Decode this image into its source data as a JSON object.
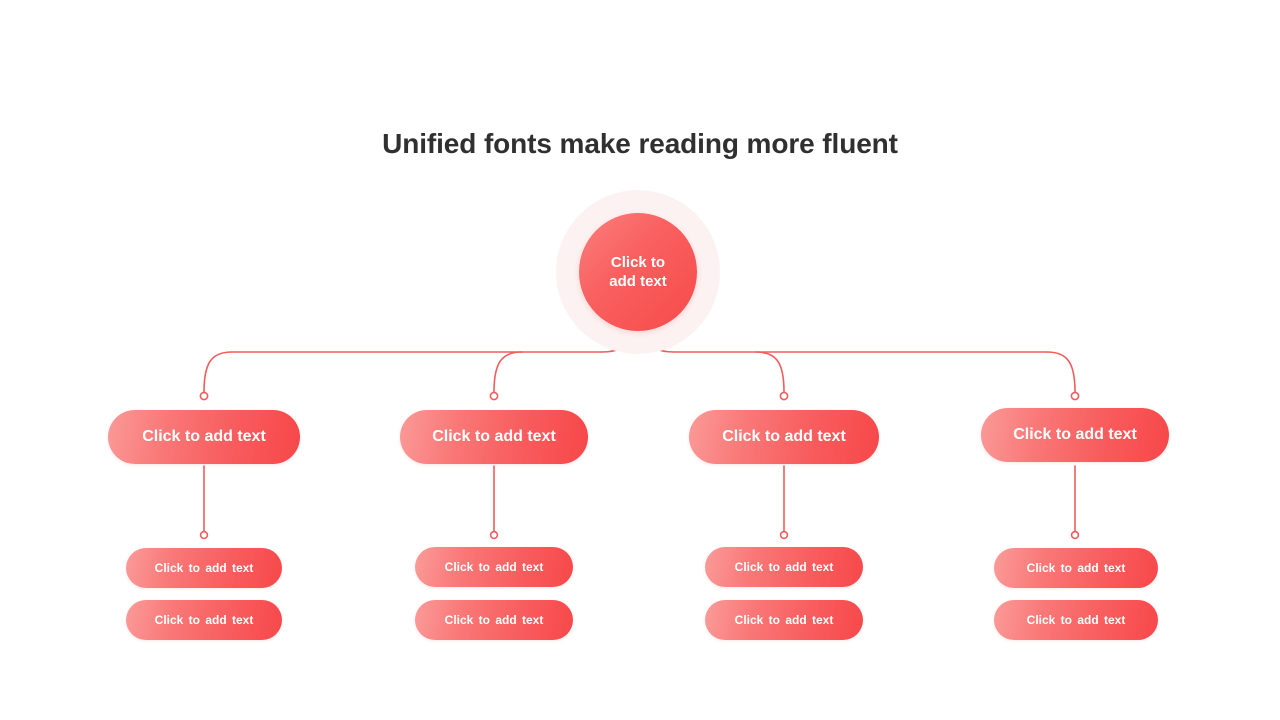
{
  "slide": {
    "title": "Unified fonts make reading more fluent",
    "background_color": "#ffffff",
    "title_color": "#303030"
  },
  "theme": {
    "accent_light": "#fa9a98",
    "accent": "#f9605f",
    "accent_strong": "#f7474a",
    "halo": "#fdf2f2",
    "connector_line": "#f25c5c",
    "node_text": "#ffffff"
  },
  "root": {
    "label": "Click to add text",
    "shape": "circle"
  },
  "branches": [
    {
      "primary": {
        "label": "Click to add text"
      },
      "children": [
        {
          "label": "Click to add text"
        },
        {
          "label": "Click to add text"
        }
      ]
    },
    {
      "primary": {
        "label": "Click to add text"
      },
      "children": [
        {
          "label": "Click to add text"
        },
        {
          "label": "Click to add text"
        }
      ]
    },
    {
      "primary": {
        "label": "Click to add text"
      },
      "children": [
        {
          "label": "Click to add text"
        },
        {
          "label": "Click to add text"
        }
      ]
    },
    {
      "primary": {
        "label": "Click to add text"
      },
      "children": [
        {
          "label": "Click to add text"
        },
        {
          "label": "Click to add text"
        }
      ]
    }
  ]
}
